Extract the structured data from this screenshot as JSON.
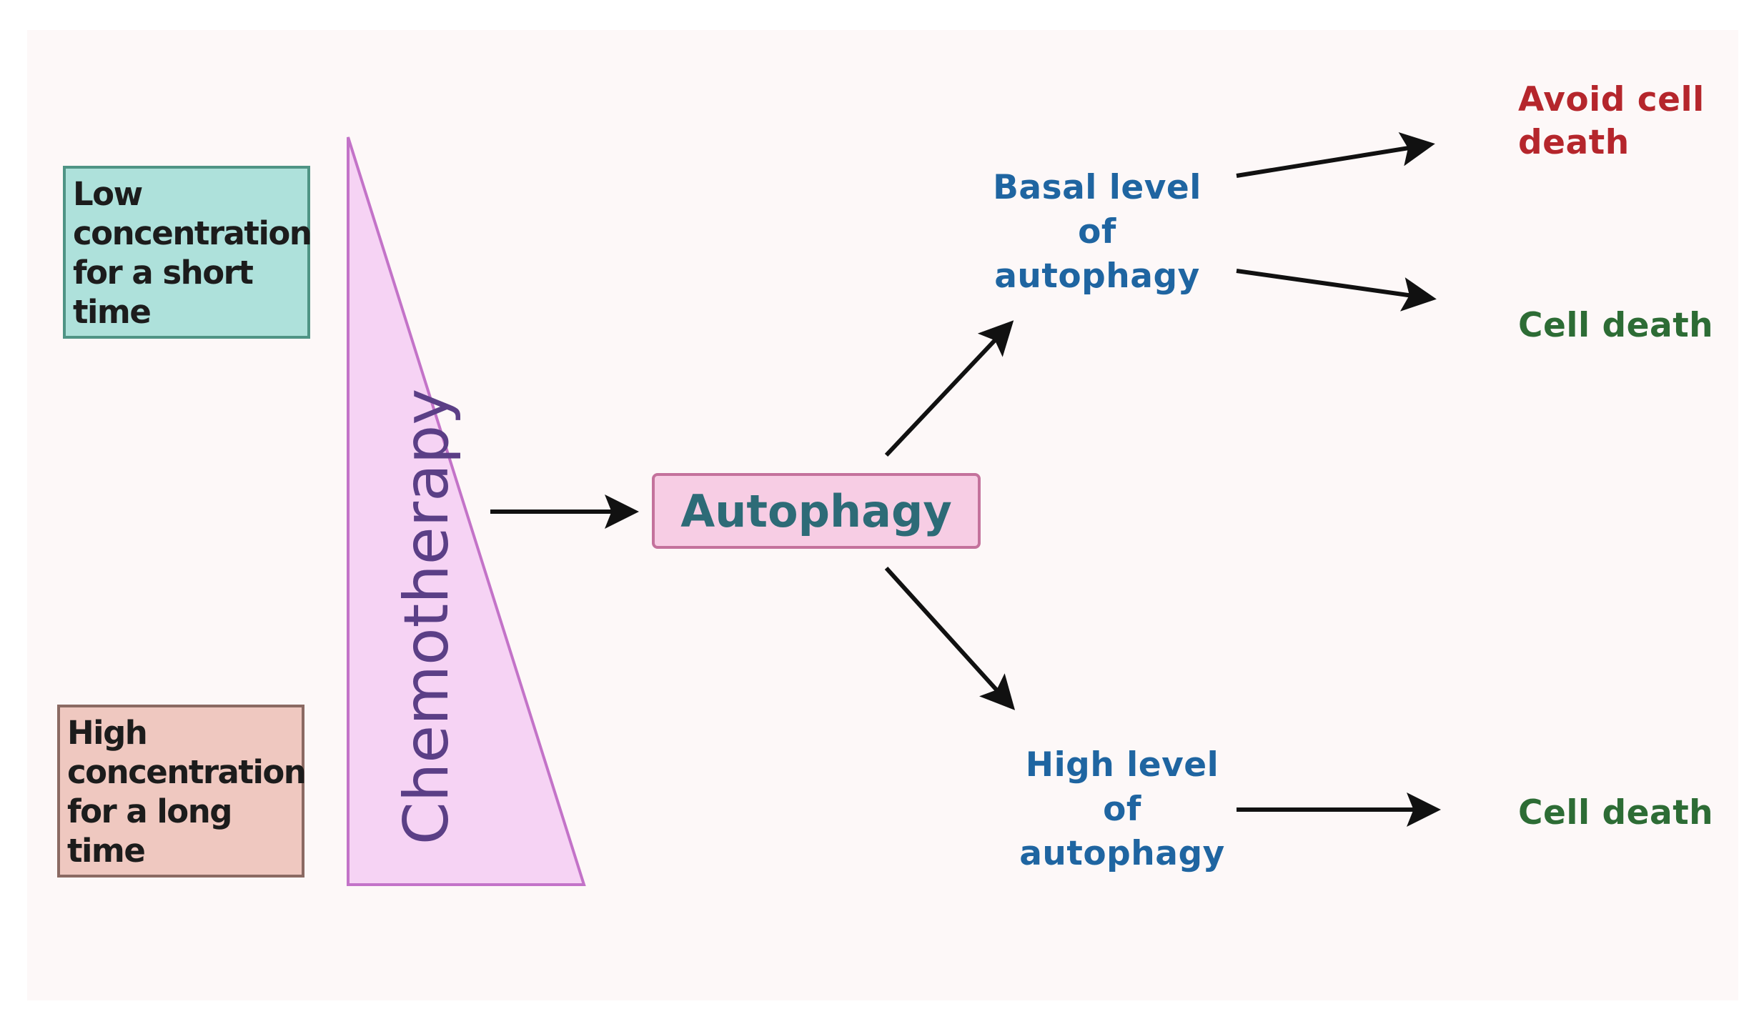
{
  "colors": {
    "background": "#fdf8f8",
    "low_box_fill": "#aee1db",
    "low_box_border": "#4f9485",
    "high_box_fill": "#efc8c0",
    "high_box_border": "#8b6a63",
    "triangle_fill": "#f6d3f4",
    "triangle_stroke": "#c373c8",
    "chemotherapy_text": "#5b3f86",
    "autophagy_fill": "#f7cde4",
    "autophagy_border": "#c4729c",
    "autophagy_text": "#2d6b77",
    "level_text": "#1f65a1",
    "avoid_text": "#b5262c",
    "death_text": "#2d6c35",
    "arrow": "#111111"
  },
  "left_boxes": {
    "low": "Low\nconcentration\nfor a short\ntime",
    "high": "High\nconcentration\nfor a long\ntime"
  },
  "gradient_label": "Chemotherapy",
  "central_node": "Autophagy",
  "branches": {
    "basal": "Basal level\nof\nautophagy",
    "high": "High level\nof\nautophagy"
  },
  "outcomes": {
    "avoid": "Avoid cell\ndeath",
    "death_after_basal": "Cell death",
    "death_after_high": "Cell death"
  }
}
